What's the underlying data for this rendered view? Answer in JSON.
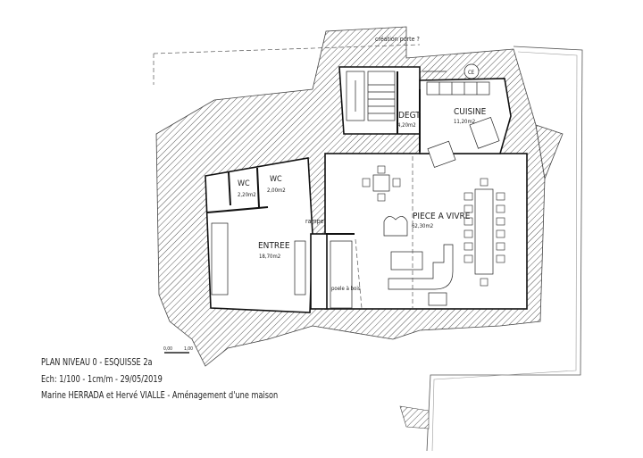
{
  "title_block": {
    "line1": "PLAN NIVEAU 0 - ESQUISSE 2a",
    "line2": "Ech: 1/100 - 1cm/m - 29/05/2019",
    "line3": "Marine HERRADA et Hervé VIALLE - Aménagement d'une maison"
  },
  "scale_bar": {
    "start": "0,00",
    "end": "1,00"
  },
  "annotations": {
    "door_note": "création porte ?",
    "ramp": "rampe",
    "stove": "poele à bois",
    "ce": "CE"
  },
  "rooms": [
    {
      "name": "DEGT",
      "area": "4,20m2"
    },
    {
      "name": "CUISINE",
      "area": "11,20m2"
    },
    {
      "name": "WC",
      "area": "2,20m2"
    },
    {
      "name": "WC",
      "area": "2,00m2"
    },
    {
      "name": "ENTREE",
      "area": "18,70m2"
    },
    {
      "name": "PIECE A VIVRE",
      "area": "62,30m2"
    }
  ]
}
